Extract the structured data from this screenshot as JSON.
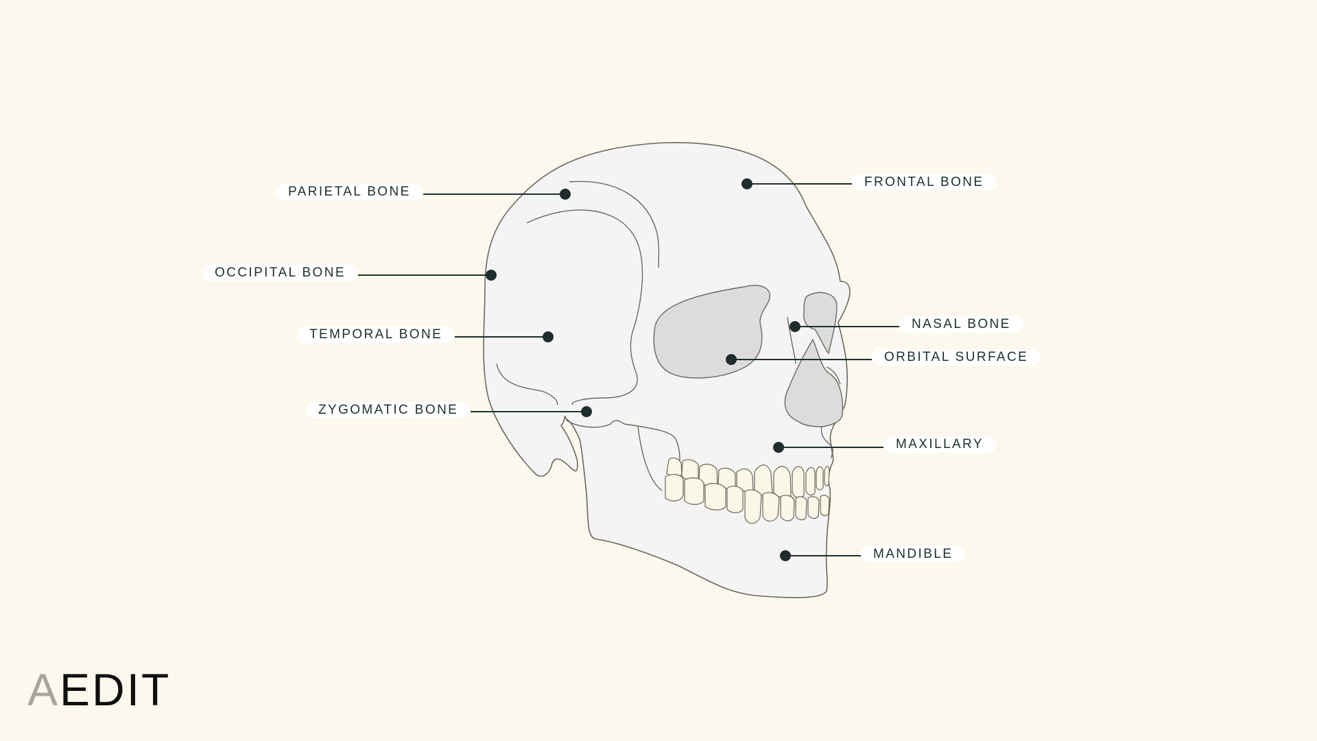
{
  "labels": {
    "parietal": "PARIETAL BONE",
    "occipital": "OCCIPITAL BONE",
    "temporal": "TEMPORAL BONE",
    "zygomatic": "ZYGOMATIC BONE",
    "frontal": "FRONTAL BONE",
    "nasal": "NASAL BONE",
    "orbital": "ORBITAL SURFACE",
    "maxillary": "MAXILLARY",
    "mandible": "MANDIBLE"
  },
  "logo": {
    "first_letter": "A",
    "rest": "EDIT"
  },
  "colors": {
    "background": "#fcf8ed",
    "skull_fill": "#f4f4f4",
    "outline": "#6b675d",
    "marker": "#1f2d2e",
    "pill": "#ffffff",
    "orbit_fill": "#dddcdc",
    "teeth_fill": "#fbf7e6",
    "logo_accent": "#a7a49a"
  }
}
